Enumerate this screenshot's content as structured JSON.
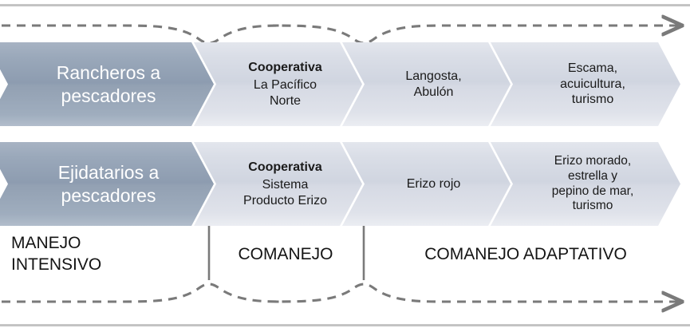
{
  "diagram": {
    "title_rules": {
      "top": "horizontal-rule",
      "bottom": "horizontal-rule"
    },
    "rows": [
      {
        "id": "row-rancheros",
        "stages": [
          {
            "kind": "actor",
            "lead": "",
            "text": "Rancheros a\npescadores"
          },
          {
            "kind": "org",
            "lead": "Cooperativa",
            "text": "La Pacífico\nNorte"
          },
          {
            "kind": "species",
            "lead": "",
            "text": "Langosta,\nAbulón"
          },
          {
            "kind": "species",
            "lead": "",
            "text": "Escama,\nacuicultura,\nturismo"
          }
        ]
      },
      {
        "id": "row-ejidatarios",
        "stages": [
          {
            "kind": "actor",
            "lead": "",
            "text": "Ejidatarios a\npescadores"
          },
          {
            "kind": "org",
            "lead": "Cooperativa",
            "text": "Sistema\nProducto Erizo"
          },
          {
            "kind": "species",
            "lead": "",
            "text": "Erizo rojo"
          },
          {
            "kind": "species",
            "lead": "",
            "text": "Erizo morado,\nestrella y\npepino de mar,\nturismo"
          }
        ]
      }
    ],
    "phases": [
      {
        "id": "phase-manejo-intensivo",
        "label": "MANEJO\nINTENSIVO"
      },
      {
        "id": "phase-comanejo",
        "label": "COMANEJO"
      },
      {
        "id": "phase-comanejo-adaptativo",
        "label": "COMANEJO ADAPTATIVO"
      }
    ],
    "colors": {
      "dark_chevron": "#8d9cb0",
      "light_chevron": "#d4d8e2",
      "dashed_line": "#7a7a7a",
      "rule": "#c4c4c4",
      "text_dark": "#141414",
      "text_light": "#ffffff"
    }
  }
}
